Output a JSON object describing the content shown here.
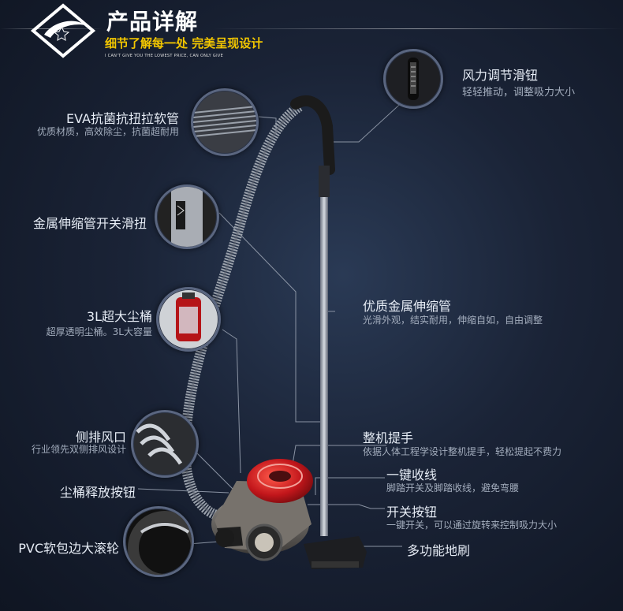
{
  "header": {
    "title": "产品详解",
    "subtitle": "细节了解每一处   完美呈现设计",
    "tagline": "I CAN'T GIVE YOU THE LOWEST PRICE, CAN ONLY GIVE"
  },
  "features": [
    {
      "title": "风力调节滑钮",
      "desc": "轻轻推动，调整吸力大小"
    },
    {
      "title": "EVA抗菌抗扭拉软管",
      "desc": "优质材质，高效除尘，抗菌超耐用"
    },
    {
      "title": "金属伸缩管开关滑扭",
      "desc": ""
    },
    {
      "title": "3L超大尘桶",
      "desc": "超厚透明尘桶。3L大容量"
    },
    {
      "title": "优质金属伸缩管",
      "desc": "光滑外观，结实耐用，伸缩自如，自由调整"
    },
    {
      "title": "侧排风口",
      "desc": "行业领先双侧排风设计"
    },
    {
      "title": "整机提手",
      "desc": "依据人体工程学设计整机提手，轻松提起不费力"
    },
    {
      "title": "一键收线",
      "desc": "脚踏开关及脚踏收线，避免弯腰"
    },
    {
      "title": "尘桶释放按钮",
      "desc": ""
    },
    {
      "title": "开关按钮",
      "desc": "一键开关，可以通过旋转来控制吸力大小"
    },
    {
      "title": "PVC软包边大滚轮",
      "desc": ""
    },
    {
      "title": "多功能地刷",
      "desc": ""
    }
  ],
  "colors": {
    "accent": "#f2c600",
    "body_red": "#c2161b",
    "background": "#1a2336"
  }
}
